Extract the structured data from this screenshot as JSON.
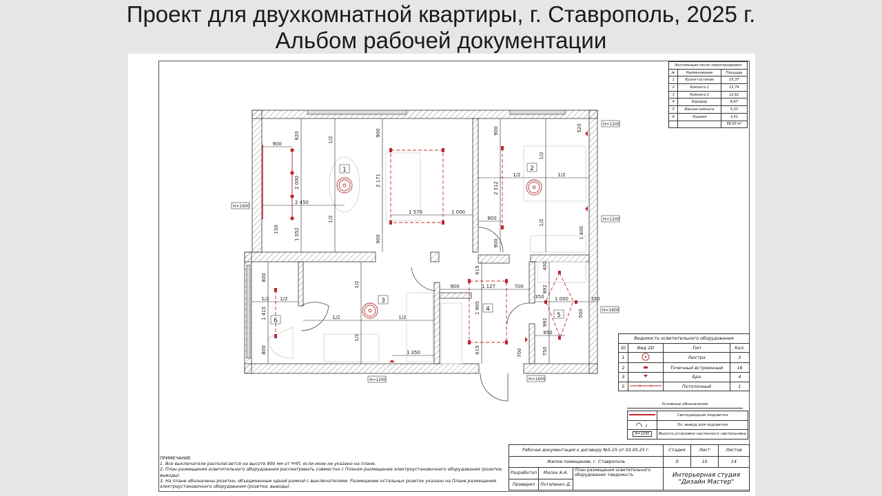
{
  "slide": {
    "title_line1": "Проект для двухкомнатной квартиры, г. Ставрополь, 2025 г.",
    "title_line2": "Альбом рабочей документации"
  },
  "colors": {
    "background": "#e7e6e6",
    "lighting_red": "#c0272d",
    "wall": "#333333"
  },
  "explication": {
    "title": "Экспликация после перепланировки",
    "headers": [
      "№",
      "Наименование",
      "Площадь"
    ],
    "rows": [
      [
        "1",
        "Кухня-гостиная",
        "25,37"
      ],
      [
        "2",
        "Комната 1",
        "13,74"
      ],
      [
        "3",
        "Комната 2",
        "12,61"
      ],
      [
        "4",
        "Коридор",
        "8,47"
      ],
      [
        "5",
        "Ванная комната",
        "5,33"
      ],
      [
        "6",
        "Лоджия",
        "3,41"
      ]
    ],
    "total": "68,93 м²"
  },
  "lighting": {
    "title": "Ведомость осветительного оборудования",
    "headers": [
      "ID",
      "Вид 2D",
      "Тип",
      "Кол."
    ],
    "rows": [
      {
        "id": "1",
        "icon": "chandelier-icon",
        "type": "Люстра",
        "qty": "3"
      },
      {
        "id": "2",
        "icon": "recessed-spot-icon",
        "type": "Точечный встроенный",
        "qty": "16"
      },
      {
        "id": "3",
        "icon": "wall-sconce-icon",
        "type": "Бра",
        "qty": "4"
      },
      {
        "id": "5",
        "icon": "ceiling-track-icon",
        "type": "Потолочный",
        "qty": "1"
      }
    ]
  },
  "legend": {
    "title": "Условные обозначения",
    "items": [
      {
        "icon": "led-strip-icon",
        "label": "Светодиодная подсветка"
      },
      {
        "icon": "electrical-outlet-wave-icon",
        "label": "Эл. вывод для подсветки"
      },
      {
        "icon": "height-tag-icon",
        "tag": "H=1200",
        "label": "Высота установки настенного светильника"
      }
    ]
  },
  "notes": {
    "title": "ПРИМЕЧАНИЕ",
    "items": [
      "1. Все выключатели располагается на высоте 900 мм от ЧЧП, если иное не указано на плане.",
      "2. План размещения осветительного оборудования рассматривать совместно с Планом размещения электроустановочного оборудования (розетки, выводы).",
      "3. На плане обозначены розетки, объединенные одной рамкой с выключателями. Размещение остальных розеток указано на Плане размещения электроустановочного оборудования (розетки, выводы)."
    ]
  },
  "title_block": {
    "contract": "Рабочая документация к договору №5-25 от 03.05.25 г.",
    "object": "Жилое помещение, г. Ставрополь",
    "stage_label": "Стадия",
    "sheet_label": "Лист",
    "sheets_label": "Листов",
    "stage": "Э",
    "sheet": "10",
    "sheets": "14",
    "developed_label": "Разработал",
    "developed_by": "Малах А.А.",
    "checked_label": "Проверил",
    "checked_by": "Потапенко Д.",
    "drawing_title": "План размещения осветительного оборудования +ведомость",
    "studio": "Интерьерная студия \"Дизайн Мастер\""
  },
  "plan": {
    "rooms": [
      "1",
      "2",
      "3",
      "4",
      "5",
      "6"
    ],
    "height_tags": [
      "H=1600",
      "H=1200",
      "H=1200",
      "H=1200",
      "H=1600",
      "H=1600"
    ],
    "dimensions": [
      "920",
      "900",
      "2 000",
      "2 450",
      "150",
      "1 052",
      "1/2",
      "1/2",
      "900",
      "2 171",
      "1 570",
      "1 000",
      "900",
      "900",
      "2 312",
      "800",
      "900",
      "1/2",
      "1/2",
      "1/2",
      "1/2",
      "520",
      "1 400",
      "800",
      "1/2",
      "1/2",
      "1 415",
      "800",
      "1/2",
      "1/2",
      "1/2",
      "1/2",
      "1 350",
      "900",
      "615",
      "1 127",
      "700",
      "1 905",
      "615",
      "400",
      "992",
      "350",
      "1 000",
      "350",
      "992",
      "500",
      "850",
      "750",
      "700"
    ]
  }
}
